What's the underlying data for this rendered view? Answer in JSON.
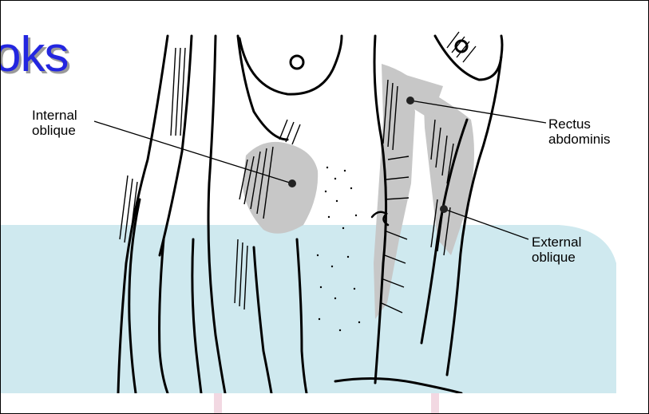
{
  "watermark": {
    "text": "oks",
    "color": "#2326e0",
    "band_color": "#cfe9ef"
  },
  "labels": {
    "internal_oblique": "Internal\noblique",
    "rectus_abdominis": "Rectus\nabdominis",
    "external_oblique": "External\noblique"
  },
  "colors": {
    "muscle_shade": "#c7c7c7",
    "ink": "#000000"
  }
}
